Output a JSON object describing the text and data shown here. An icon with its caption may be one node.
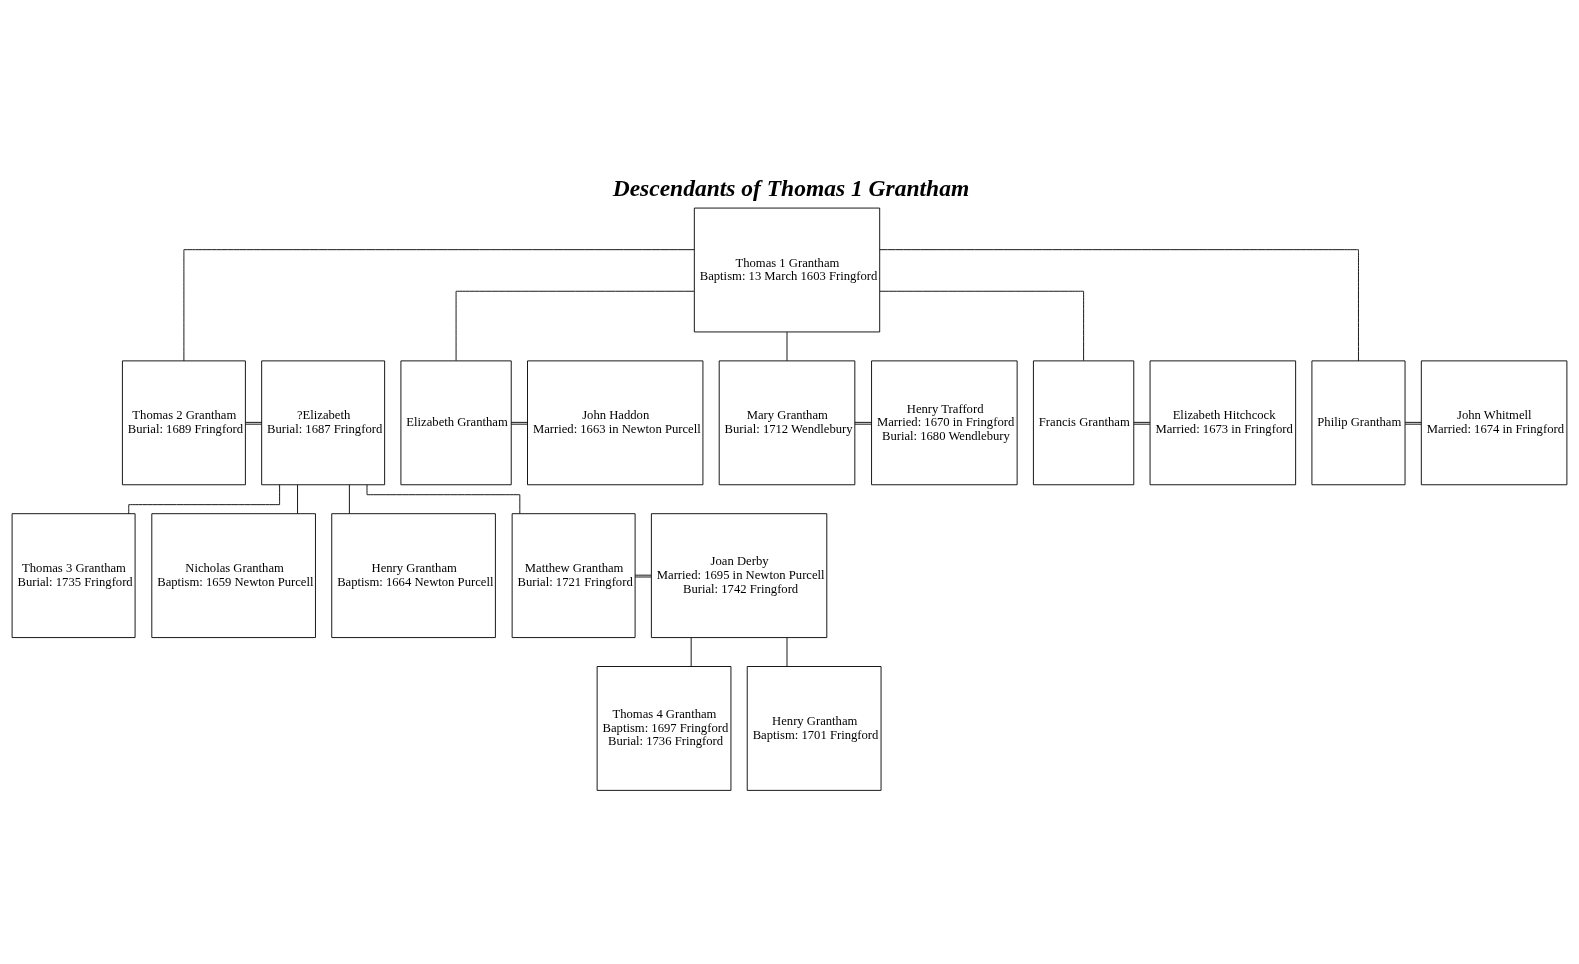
{
  "diagram": {
    "title": "Descendants of Thomas 1 Grantham",
    "nodes": [
      {
        "text": [
          "Thomas 1 Grantham",
          "Baptism: 13 March 1603 Fringford"
        ]
      },
      {
        "text": [
          "Thomas 2 Grantham",
          "Burial: 1689 Fringford"
        ]
      },
      {
        "text": [
          "?Elizabeth",
          "Burial: 1687 Fringford"
        ]
      },
      {
        "text": [
          "Elizabeth Grantham"
        ]
      },
      {
        "text": [
          "John Haddon",
          "Married: 1663 in Newton Purcell"
        ]
      },
      {
        "text": [
          "Mary Grantham",
          "Burial: 1712 Wendlebury"
        ]
      },
      {
        "text": [
          "Henry Trafford",
          "Married: 1670 in Fringford",
          "Burial: 1680 Wendlebury"
        ]
      },
      {
        "text": [
          "Francis Grantham"
        ]
      },
      {
        "text": [
          "Elizabeth Hitchcock",
          "Married: 1673 in Fringford"
        ]
      },
      {
        "text": [
          "Philip Grantham"
        ]
      },
      {
        "text": [
          "John Whitmell",
          "Married: 1674 in Fringford"
        ]
      },
      {
        "text": [
          "Thomas 3 Grantham",
          "Burial: 1735 Fringford"
        ]
      },
      {
        "text": [
          "Nicholas Grantham",
          "Baptism: 1659 Newton Purcell"
        ]
      },
      {
        "text": [
          "Henry Grantham",
          "Baptism: 1664 Newton Purcell"
        ]
      },
      {
        "text": [
          "Matthew Grantham",
          "Burial: 1721 Fringford"
        ]
      },
      {
        "text": [
          "Joan Derby",
          "Married: 1695 in Newton Purcell",
          "Burial: 1742 Fringford"
        ]
      },
      {
        "text": [
          "Thomas 4 Grantham",
          "Baptism: 1697 Fringford",
          "Burial: 1736 Fringford"
        ]
      },
      {
        "text": [
          "Henry Grantham",
          "Baptism: 1701 Fringford"
        ]
      }
    ],
    "edges": [
      {
        "from": 0,
        "to": 1,
        "arrow": "none"
      },
      {
        "from": 0,
        "to": 3,
        "arrow": "none"
      },
      {
        "from": 0,
        "to": 5,
        "arrow": "none"
      },
      {
        "from": 0,
        "to": 7,
        "arrow": "none"
      },
      {
        "from": 0,
        "to": 9,
        "arrow": "none"
      },
      {
        "from": 1,
        "to": 2,
        "arrow": "none"
      },
      {
        "from": 3,
        "to": 4,
        "arrow": "none"
      },
      {
        "from": 5,
        "to": 6,
        "arrow": "none"
      },
      {
        "from": 7,
        "to": 8,
        "arrow": "none"
      },
      {
        "from": 9,
        "to": 10,
        "arrow": "none"
      },
      {
        "from": 2,
        "to": 11,
        "arrow": "none"
      },
      {
        "from": 2,
        "to": 12,
        "arrow": "none"
      },
      {
        "from": 2,
        "to": 13,
        "arrow": "none"
      },
      {
        "from": 2,
        "to": 14,
        "arrow": "none"
      },
      {
        "from": 14,
        "to": 15,
        "arrow": "none"
      },
      {
        "from": 15,
        "to": 16,
        "arrow": "none"
      },
      {
        "from": 15,
        "to": 17,
        "arrow": "none"
      }
    ]
  }
}
